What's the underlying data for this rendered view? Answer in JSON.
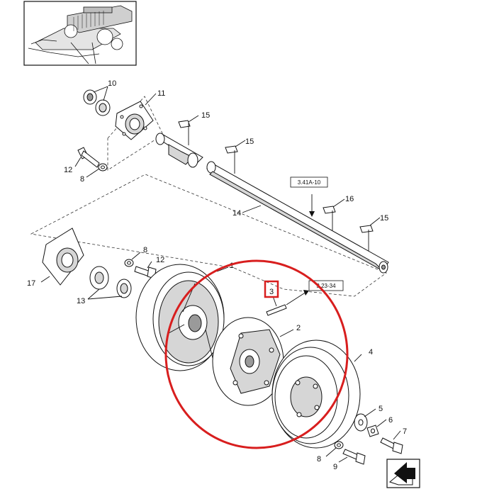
{
  "callouts": {
    "c1": "1",
    "c2": "2",
    "c3": "3",
    "c4": "4",
    "c5": "5",
    "c6": "6",
    "c7": "7",
    "c8a": "8",
    "c8b": "8",
    "c8c": "8",
    "c9": "9",
    "c10": "10",
    "c11": "11",
    "c12a": "12",
    "c12b": "12",
    "c13": "13",
    "c14": "14",
    "c15a": "15",
    "c15b": "15",
    "c15c": "15",
    "c16": "16",
    "c17": "17"
  },
  "references": {
    "ref_top": "3.41A-10",
    "ref_mid": "3.23-34"
  },
  "highlight": {
    "ring_color": "#d81e1e",
    "box_color": "#d81e1e"
  },
  "icons": {
    "thumbnail": "machine-overview-thumbnail",
    "nav": "next-page-arrow-icon"
  }
}
